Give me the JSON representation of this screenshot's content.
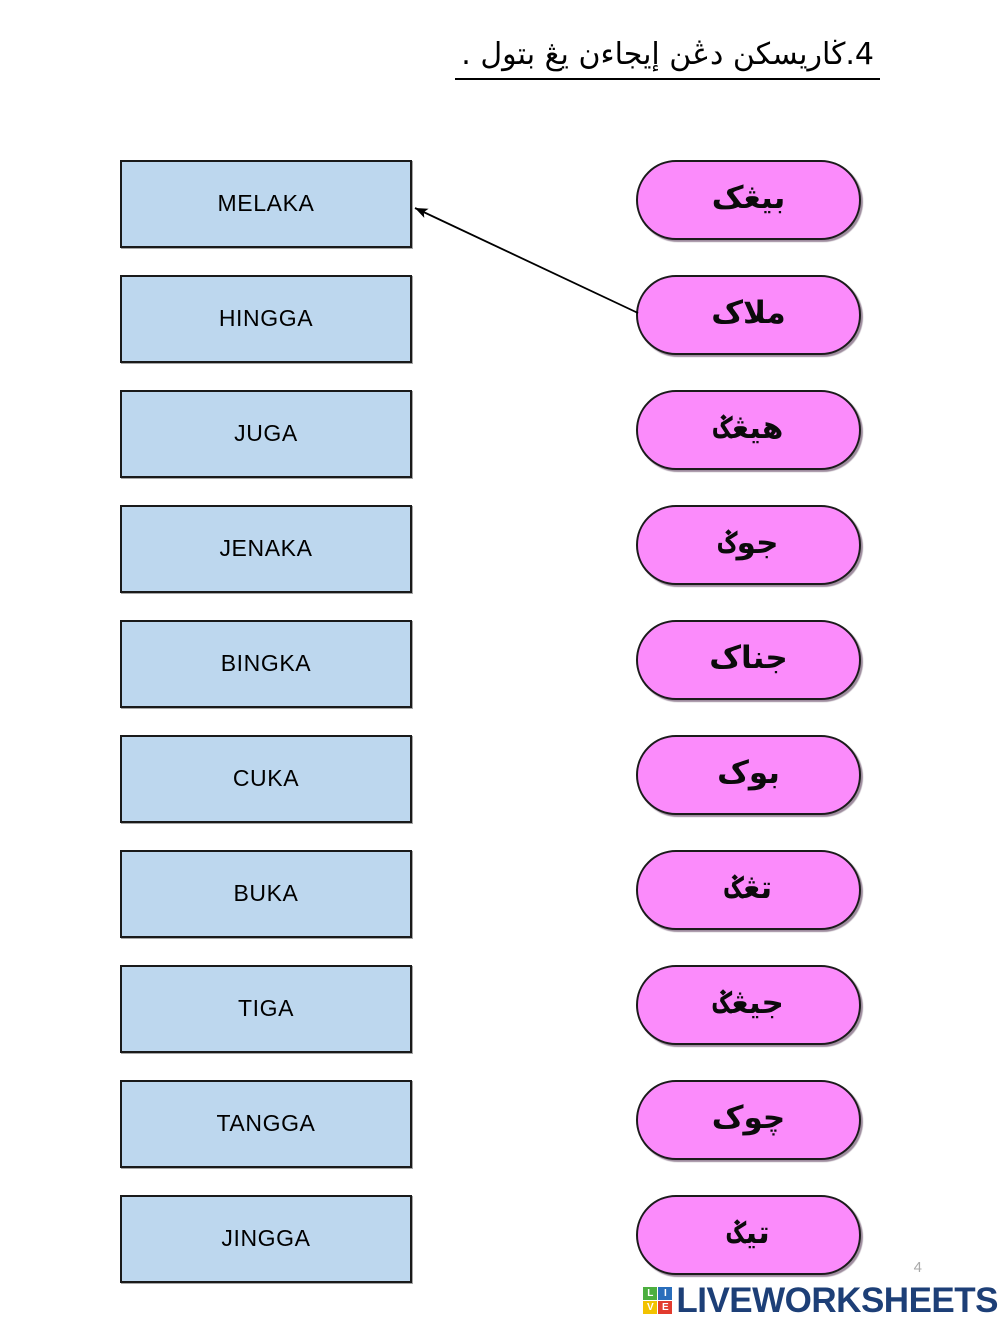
{
  "heading": {
    "number": "4.",
    "instruction_jawi": "4.ڬاريسكن دڠن إيجاءن يڠ بتول ."
  },
  "left_column": {
    "label": "rumi-word-boxes",
    "items": [
      {
        "text": "MELAKA"
      },
      {
        "text": "HINGGA"
      },
      {
        "text": "JUGA"
      },
      {
        "text": "JENAKA"
      },
      {
        "text": "BINGKA"
      },
      {
        "text": "CUKA"
      },
      {
        "text": "BUKA"
      },
      {
        "text": "TIGA"
      },
      {
        "text": "TANGGA"
      },
      {
        "text": "JINGGA"
      }
    ]
  },
  "right_column": {
    "label": "jawi-word-pills",
    "items": [
      {
        "text": "بيڠک"
      },
      {
        "text": "ملاک"
      },
      {
        "text": "هيڠݢ"
      },
      {
        "text": "جوݢ"
      },
      {
        "text": "جناک"
      },
      {
        "text": "بوک"
      },
      {
        "text": "تڠݢ"
      },
      {
        "text": "جيڠݢ"
      },
      {
        "text": "چوک"
      },
      {
        "text": "تيݢ"
      }
    ]
  },
  "connections": [
    {
      "from": "ملاک",
      "to": "MELAKA"
    }
  ],
  "footer": {
    "page_number": "4",
    "brand_name": "LIVEWORKSHEETS",
    "badge_letters": [
      "L",
      "I",
      "V",
      "E"
    ]
  },
  "colors": {
    "box_fill": "#bdd7ee",
    "box_border": "#1a1a1a",
    "pill_fill": "#fb8bfb",
    "pill_border": "#1b1b1b",
    "brand_blue": "#1d3f77",
    "badge_green": "#4caf3f",
    "badge_blue": "#2a6ebb",
    "badge_yellow": "#f2c200",
    "badge_red": "#e23b2e",
    "page_number_gray": "#aaaaaa"
  }
}
